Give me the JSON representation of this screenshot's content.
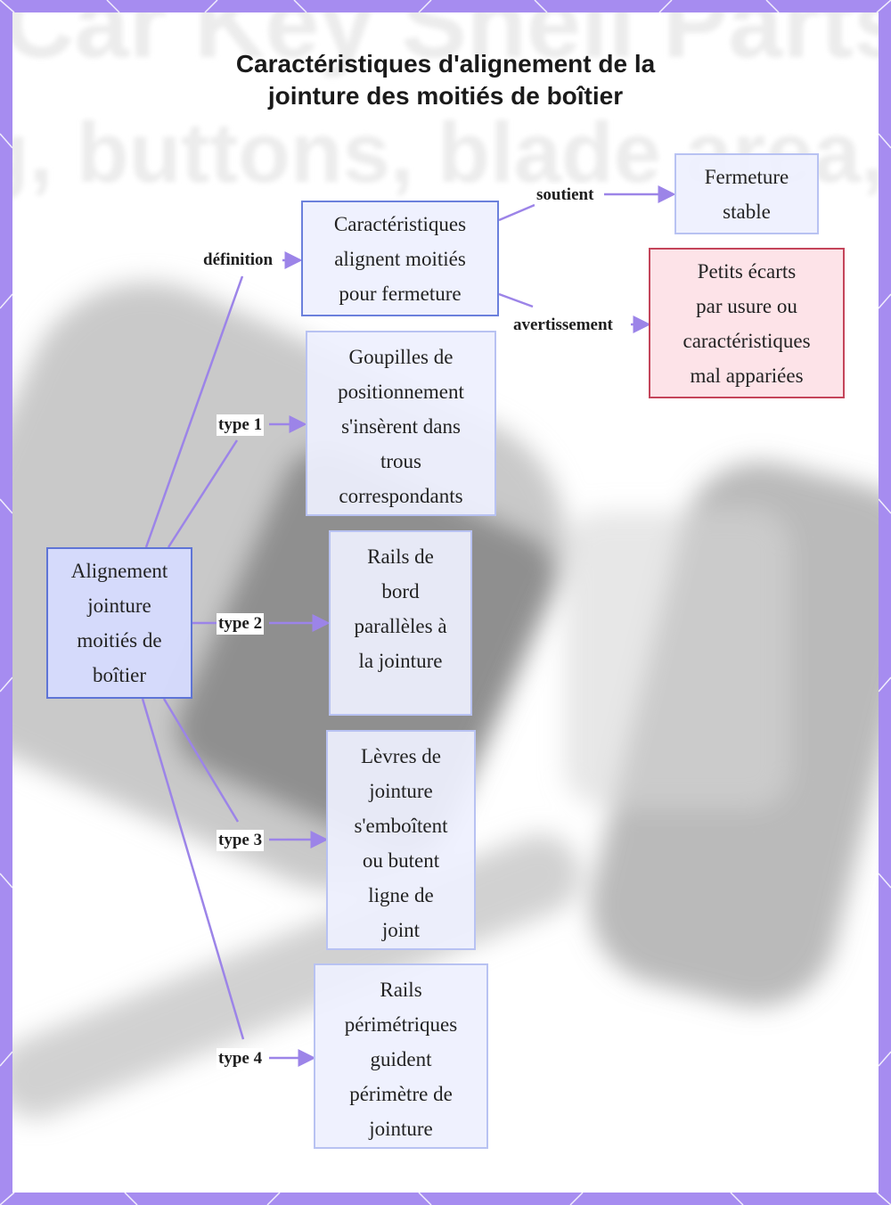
{
  "title": {
    "line1": "Caractéristiques d'alignement de la",
    "line2": "jointure des moitiés de boîtier"
  },
  "watermark": {
    "line1": "Car Key Shell Parts",
    "line2": "g, buttons, blade area, fit"
  },
  "colors": {
    "frame": "#a68cf0",
    "edge": "#9c84e8",
    "root_fill": "#d5dafc",
    "root_border": "#5e74d6",
    "node_fill": "#eef0fe",
    "node_border": "#b8c2f2",
    "warn_fill": "#fde2e7",
    "warn_border": "#c4455a"
  },
  "nodes": {
    "root": {
      "lines": [
        "Alignement",
        "jointure",
        "moitiés de",
        "boîtier"
      ]
    },
    "definition": {
      "lines": [
        "Caractéristiques",
        "alignent moitiés",
        "pour fermeture"
      ]
    },
    "stable": {
      "lines": [
        "Fermeture",
        "stable"
      ]
    },
    "warning": {
      "lines": [
        "Petits écarts",
        "par usure ou",
        "caractéristiques",
        "mal appariées"
      ]
    },
    "type1": {
      "lines": [
        "Goupilles de",
        "positionnement",
        "s'insèrent dans",
        "trous",
        "correspondants"
      ]
    },
    "type2": {
      "lines": [
        "Rails de",
        "bord",
        "parallèles à",
        "la jointure"
      ]
    },
    "type3": {
      "lines": [
        "Lèvres de",
        "jointure",
        "s'emboîtent",
        "ou butent",
        "ligne de",
        "joint"
      ]
    },
    "type4": {
      "lines": [
        "Rails",
        "périmétriques",
        "guident",
        "périmètre de",
        "jointure"
      ]
    }
  },
  "edge_labels": {
    "definition": "définition",
    "supports": "soutient",
    "warning": "avertissement",
    "type1": "type 1",
    "type2": "type 2",
    "type3": "type 3",
    "type4": "type 4"
  }
}
